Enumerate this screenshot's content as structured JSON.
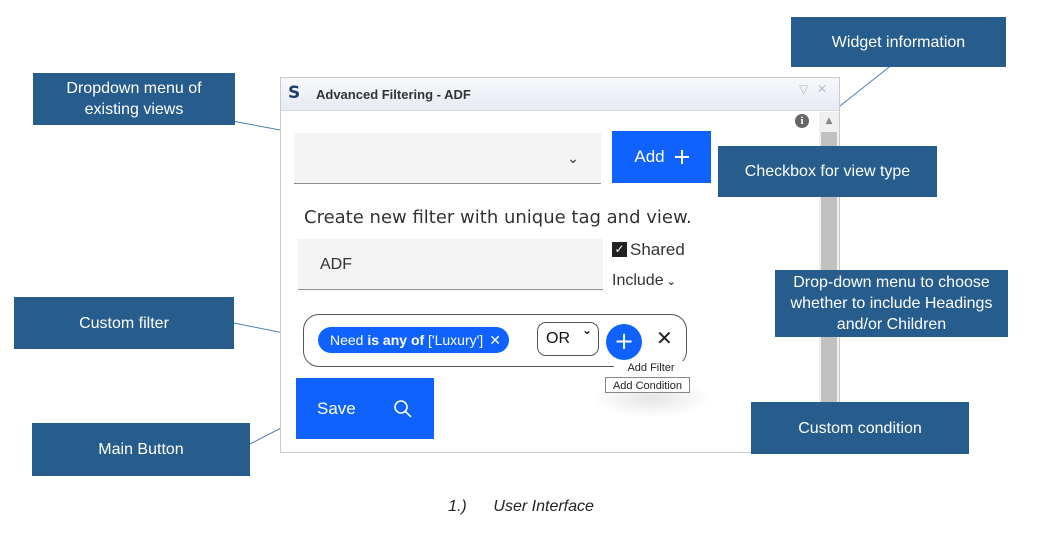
{
  "widget": {
    "title": "Advanced Filtering - ADF",
    "add_button_label": "Add",
    "add_button_icon": "plus-icon",
    "create_text": "Create new filter with unique tag and view.",
    "name_value": "ADF",
    "shared_label": "Shared",
    "shared_checked": true,
    "include_label": "Include",
    "filter_chip": {
      "field": "Need",
      "operator": "is any of",
      "value": "['Luxury']"
    },
    "logic_select": "OR",
    "menu_items": [
      "Add Filter",
      "Add Condition"
    ],
    "save_label": "Save",
    "save_icon": "search-icon",
    "accent_color": "#0f62fe"
  },
  "callouts": {
    "widget_info": "Widget information",
    "dropdown_views": "Dropdown menu of existing views",
    "checkbox_view_type": "Checkbox for view type",
    "include_menu": "Drop-down menu to choose whether to include Headings and/or Children",
    "custom_filter": "Custom filter",
    "main_button": "Main Button",
    "custom_condition": "Custom condition",
    "callout_color": "#265d8c"
  },
  "caption": "1.)      User Interface"
}
